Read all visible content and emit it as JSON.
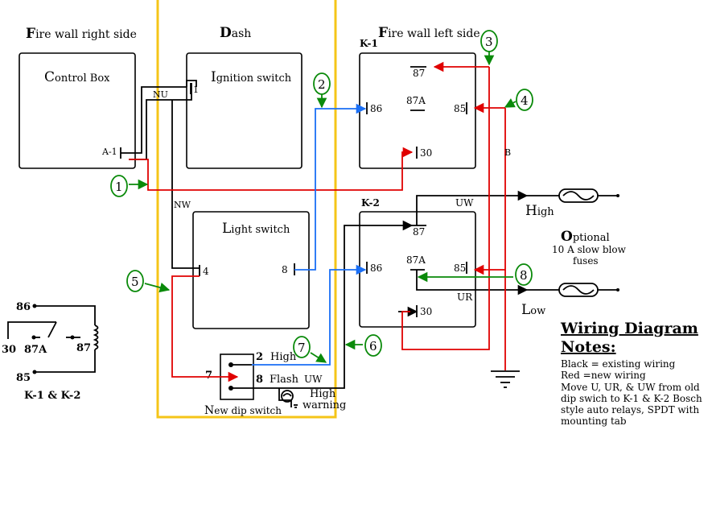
{
  "colors": {
    "black": "#000000",
    "red": "#e00000",
    "blue": "#1a6ff5",
    "green": "#0a8a0a",
    "yellow": "#f5c518"
  },
  "sections": {
    "firewall_right": {
      "initial": "F",
      "rest": "ire wall  right side"
    },
    "dash": {
      "initial": "D",
      "rest": "ash"
    },
    "firewall_left": {
      "initial": "F",
      "rest": "ire wall left side"
    }
  },
  "components": {
    "control_box": {
      "initial": "C",
      "rest": "ontrol Box",
      "terminal": "A-1"
    },
    "ignition_switch": {
      "initial": "I",
      "rest": "gnition switch",
      "terminal": "1"
    },
    "light_switch": {
      "initial": "L",
      "rest": "ight switch",
      "terminal_left": "4",
      "terminal_right": "8"
    },
    "relay_k1": {
      "name": "K-1",
      "t87": "87",
      "t87a": "87A",
      "t86": "86",
      "t85": "85",
      "t30": "30"
    },
    "relay_k2": {
      "name": "K-2",
      "t87": "87",
      "t87a": "87A",
      "t86": "86",
      "t85": "85",
      "t30": "30"
    },
    "dip_switch": {
      "initial": "N",
      "rest": "ew dip switch",
      "t2": "2",
      "t7": "7",
      "t8": "8",
      "high": "High",
      "flash": "Flash"
    },
    "high_warning": {
      "line1": "High",
      "line2": "warning"
    }
  },
  "wire_labels": {
    "nu": "NU",
    "nw": "NW",
    "uw_top": "UW",
    "uw_bottom": "UW",
    "ur": "UR",
    "b": "B"
  },
  "callouts": [
    "1",
    "2",
    "3",
    "4",
    "5",
    "6",
    "7",
    "8"
  ],
  "outputs": {
    "high": {
      "initial": "H",
      "rest": "igh"
    },
    "low": {
      "initial": "L",
      "rest": "ow"
    }
  },
  "optional_fuses": {
    "initial": "O",
    "rest": "ptional",
    "line2": "10 A slow blow",
    "line3": "fuses"
  },
  "relay_legend": {
    "t86": "86",
    "t30": "30",
    "t87a": "87A",
    "t87": "87",
    "t85": "85",
    "caption": "K-1 & K-2"
  },
  "notes": {
    "title_line1": "Wiring Diagram",
    "title_line2": "Notes:",
    "lines": [
      "Black = existing wiring",
      "Red =new wiring",
      "Move U, UR, & UW from old",
      "dip swich to K-1 & K-2 Bosch",
      "style auto relays,  SPDT with",
      "mounting tab"
    ]
  }
}
